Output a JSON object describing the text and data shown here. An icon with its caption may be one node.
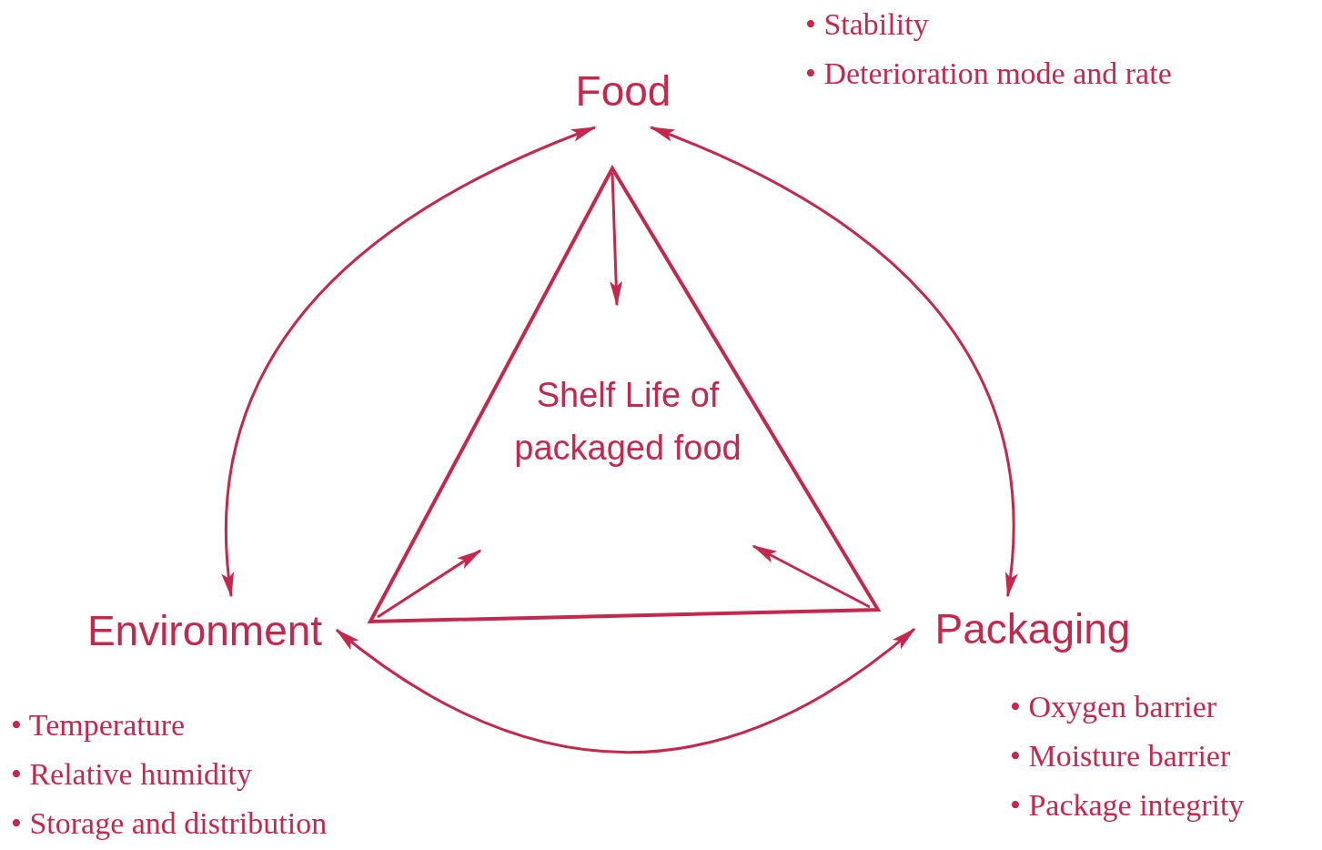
{
  "diagram": {
    "nodes": [
      {
        "text": [
          "Food"
        ],
        "beside": [
          "• Stability",
          "• Deterioration mode and rate"
        ]
      },
      {
        "text": [
          "Packaging"
        ],
        "beside": [
          "• Oxygen barrier",
          "• Moisture barrier",
          "• Package integrity"
        ]
      },
      {
        "text": [
          "Environment"
        ],
        "beside": [
          "• Temperature",
          "• Relative humidity",
          "• Storage and distribution"
        ]
      },
      {
        "text": [
          "Shelf Life of packaged food"
        ]
      }
    ],
    "edges": [
      {
        "from": 0,
        "to": 1,
        "arrow": "both"
      },
      {
        "from": 1,
        "to": 2,
        "arrow": "both"
      },
      {
        "from": 2,
        "to": 0,
        "arrow": "both"
      }
    ]
  }
}
